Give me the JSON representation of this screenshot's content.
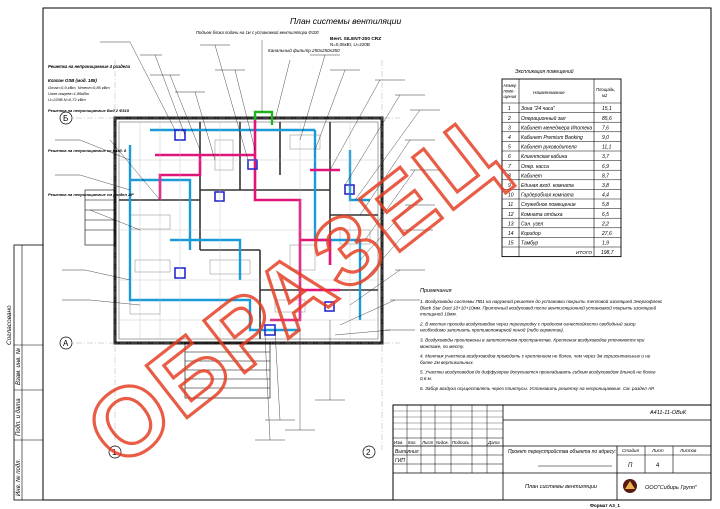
{
  "title": "План системы вентиляции",
  "watermark": "ОБРАЗЕЦ",
  "colors": {
    "duct_red": "#e0157a",
    "duct_blue": "#1a9ad6",
    "duct_green": "#1fb31f",
    "equipment": "#2a2ad0",
    "watermark": "#e53a1e"
  },
  "room_table": {
    "title": "Экспликация помещений",
    "headers": [
      "Номер поме-щения",
      "Наименование",
      "Площадь, м2"
    ],
    "rows": [
      [
        "1",
        "Зона \"24 часа\"",
        "15,1"
      ],
      [
        "2",
        "Операционный зал",
        "85,6"
      ],
      [
        "3",
        "Кабинет менеджера Ипотека",
        "7,6"
      ],
      [
        "4",
        "Кабинет Premium Banking",
        "9,0"
      ],
      [
        "5",
        "Кабинет руководителя",
        "11,1"
      ],
      [
        "6",
        "Клиентская кабина",
        "3,7"
      ],
      [
        "7",
        "Опер. касса",
        "6,9"
      ],
      [
        "8",
        "Кабинет",
        "8,7"
      ],
      [
        "9",
        "Единая вход. комната",
        "3,8"
      ],
      [
        "10",
        "Гардеробная комната",
        "4,4"
      ],
      [
        "11",
        "Служебное помещение",
        "5,8"
      ],
      [
        "12",
        "Комната отдыха",
        "6,5"
      ],
      [
        "13",
        "Сан. узел",
        "2,2"
      ],
      [
        "14",
        "Коридор",
        "27,6"
      ],
      [
        "15",
        "Тамбур",
        "1,9"
      ]
    ],
    "total_label": "ИТОГО",
    "total_value": "198,7"
  },
  "notes": {
    "heading": "Примечания",
    "items": [
      "1. Воздуховоды системы ПВ1 на наружной решетке до установки покрыть тепловой изоляцией Энергофлекс Black Star Duct 10+10+10мм. Приточный воздуховод после вентиляционной установкой покрыть изоляцией толщиной 10мм.",
      "2. В местах прохода воздуховодов через перегородку с пределом огнестойкости свободный зазор необходимо заполнить противопожарной пеной (либо герметик).",
      "3. Воздуховоды прокложены в запотолочном пространстве. Крепления воздуховодов уточняются при монтаже, по месту.",
      "4. Монтаж участков воздуховодов проводить с креплением не более, чем через 3м горизонтальных и не более 2м вертикальных.",
      "5. Участки воздуховодов до диффузоров допускается прокладывать гибким воздуховодом длиной не более 0,6 м.",
      "6. Забор воздуха осуществлять через плинтусы. Установить решетку на непроницаемые. См. раздел АР."
    ]
  },
  "plan_callouts": {
    "top_filter": "Подъем блока подачи на 1м с установкой вентилятора Ф100",
    "duct_filter": "Канальный фильтр 250x250x350",
    "unit_name": "Вент. SILENT-200 CRZ",
    "unit_params": "N=0,06кВт, U=220В",
    "left_grille_1": "Решетка на непроницаемые 4 раздела",
    "left_unit": "Клапан ОЗВ (мод. 185)",
    "left_unit_params_1": "Gmax=0,9 кВт, Nтепл=0,86 кВт",
    "left_unit_params_2": "Uэлп.нагрев=1,86кВт",
    "left_unit_params_3": "U=220В N=0,72 кВт",
    "left_grille_2": "Решетка на непроницаемые Вид 2 Ф315",
    "left_grille_3": "Решетка на непроницаемые со разд. 8",
    "left_grille_4": "Решетка на непроницаемые см раздел АР",
    "axis_left_top": "Б",
    "axis_left_bottom": "А",
    "axis_bottom_1": "1",
    "axis_bottom_2": "2"
  },
  "stamp": {
    "code": "А411-11-ОВиК",
    "col_headers": [
      "Изм.",
      "Кол.",
      "Лист",
      "№док.",
      "Подпись",
      "Дата"
    ],
    "role_1": "Выполнил",
    "role_2": "ГИП",
    "project_title": "Проект переустройства объекта по адресу:",
    "sheet_name": "План системы вентиляции",
    "stage_header": "Стадия",
    "sheet_header": "Лист",
    "sheets_header": "Листов",
    "stage_value": "П",
    "sheet_value": "4",
    "company": "ООО\"Сибирь Групп\"",
    "format_label": "Формат А3_1"
  },
  "side_stamp": {
    "labels": [
      "Согласовано",
      "Взам. инв. №",
      "Подп. и дата",
      "Инв. № подл."
    ]
  }
}
